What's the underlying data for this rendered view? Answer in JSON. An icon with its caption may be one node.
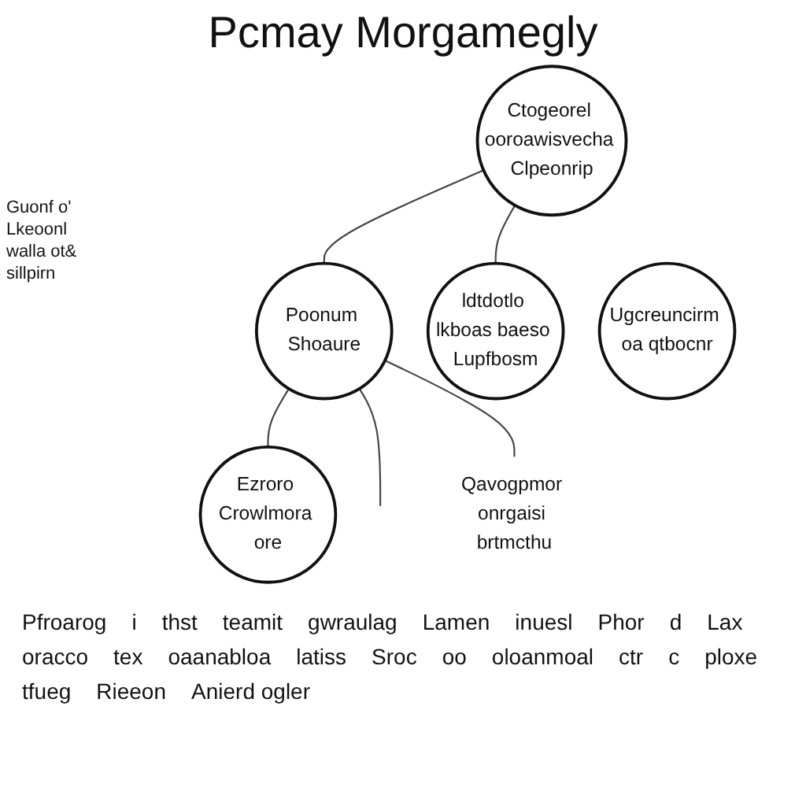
{
  "diagram": {
    "title": "Pcmay Morgamegly",
    "nodes": [
      {
        "text": [
          "Ctogeorel ooroawisvecha Clpeonrip"
        ]
      },
      {
        "text": [
          "Poonum Shoaure"
        ]
      },
      {
        "text": [
          "ldtdotlo lkboas baeso Lupfbosm"
        ]
      },
      {
        "text": [
          "Ugcreuncirm oa qtbocnr"
        ]
      },
      {
        "text": [
          "Ezroro Crowlmora ore"
        ]
      },
      {
        "text": [
          "Qavogpmor onrgaisi brtmcthu"
        ]
      }
    ],
    "edges": [
      {
        "from": 0,
        "to": 1,
        "arrow": "none"
      },
      {
        "from": 0,
        "to": 2,
        "arrow": "none"
      },
      {
        "from": 1,
        "to": 4,
        "arrow": "none"
      },
      {
        "from": 1,
        "to": null,
        "arrow": "none"
      },
      {
        "from": 1,
        "to": 5,
        "arrow": "none"
      }
    ],
    "labels": [
      "Guonf o'",
      "Lkeoonl",
      "walla ot&",
      "sillpirn",
      "Pfroarog",
      "i",
      "thst",
      "teamit",
      "gwraulag",
      "Lamen",
      "inuesl",
      "Phor",
      "d",
      "Lax",
      "oracco",
      "tex",
      "oaanabloa",
      "latiss",
      "Sroc",
      "oo",
      "oloanmoal",
      "ctr",
      "c",
      "ploxe",
      "tfueg",
      "Rieeon",
      "Anierd ogler"
    ]
  }
}
